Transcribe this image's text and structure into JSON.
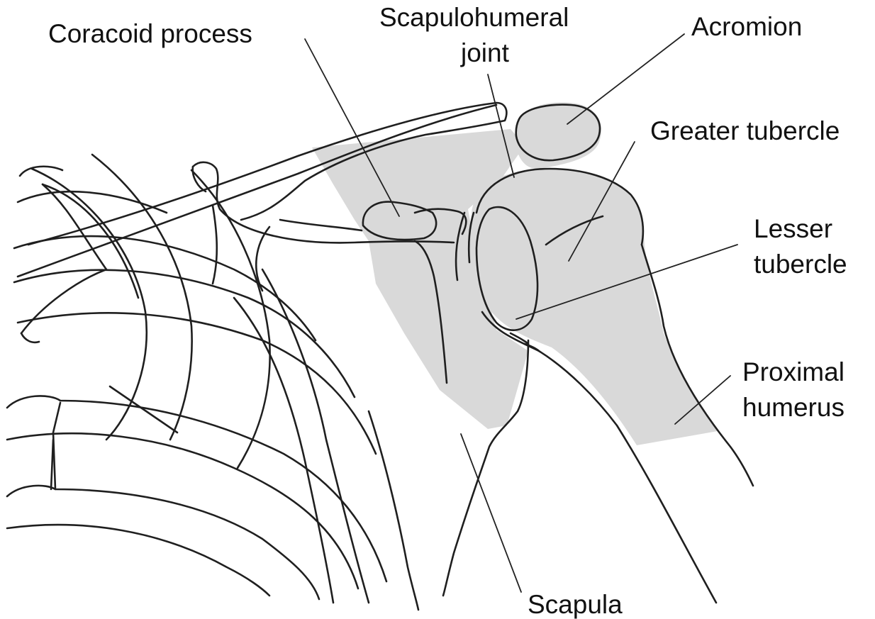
{
  "colors": {
    "bone_shade": "#d9d9d9",
    "outline": "#1f1f1f",
    "background": "#ffffff"
  },
  "labels": {
    "coracoid": "Coracoid process",
    "scapulohumeral_line1": "Scapulohumeral",
    "scapulohumeral_line2": "joint",
    "acromion": "Acromion",
    "greater_tubercle": "Greater tubercle",
    "lesser_line1": "Lesser",
    "lesser_line2": "tubercle",
    "proximal_line1": "Proximal",
    "proximal_line2": "humerus",
    "scapula": "Scapula"
  }
}
